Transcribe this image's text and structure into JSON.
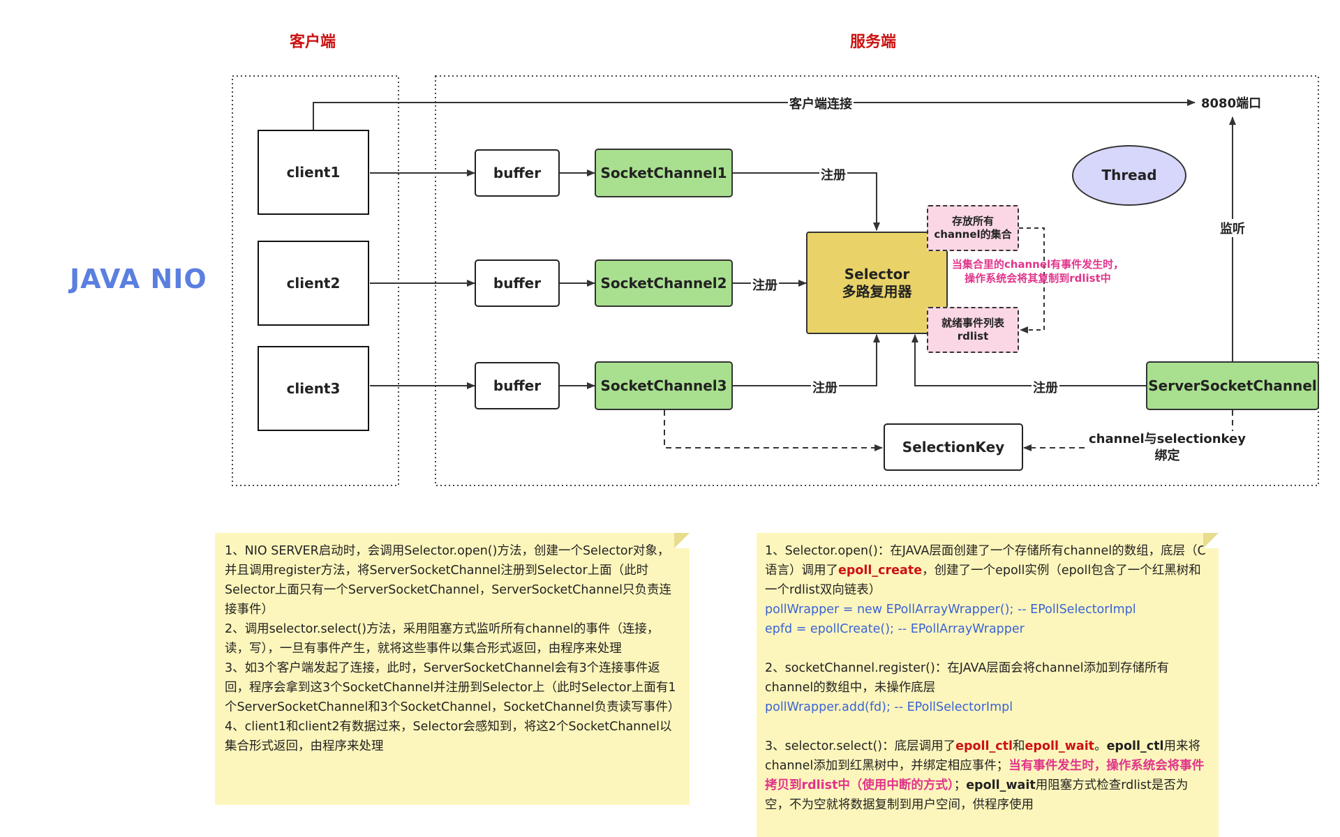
{
  "titles": {
    "client_side": "客户端",
    "server_side": "服务端",
    "nio": "JAVA NIO"
  },
  "clients": [
    "client1",
    "client2",
    "client3"
  ],
  "buffers": [
    "buffer",
    "buffer",
    "buffer"
  ],
  "socket_channels": [
    "SocketChannel1",
    "SocketChannel2",
    "SocketChannel3"
  ],
  "selector": {
    "line1": "Selector",
    "line2": "多路复用器"
  },
  "channel_set": "存放所有channel的集合",
  "rdlist": {
    "line1": "就绪事件列表",
    "line2": "rdlist"
  },
  "thread": "Thread",
  "server_socket_channel": "ServerSocketChannel",
  "selection_key": "SelectionKey",
  "port": "8080端口",
  "labels": {
    "client_connect": "客户端连接",
    "register": "注册",
    "listen": "监听",
    "bind_line1": "channel与selectionkey",
    "bind_line2": "绑定",
    "event_note_line1": "当集合里的channel有事件发生时，",
    "event_note_line2": "操作系统会将其复制到rdlist中"
  },
  "colors": {
    "section_title": "#cc1111",
    "nio_title": "#5b7fe0",
    "green": "#a9e08f",
    "selector": "#e9d369",
    "pink_box": "#fbd7e5",
    "thread": "#d6d7fb",
    "note_bg": "#fdf6bc",
    "note_blue": "#3a63d6",
    "note_pink": "#e0348b"
  },
  "left_note": {
    "p1": "1、NIO SERVER启动时，会调用Selector.open()方法，创建一个Selector对象，并且调用register方法，将ServerSocketChannel注册到Selector上面（此时Selector上面只有一个ServerSocketChannel，ServerSocketChannel只负责连接事件）",
    "p2": "2、调用selector.select()方法，采用阻塞方式监听所有channel的事件（连接，读，写），一旦有事件产生，就将这些事件以集合形式返回，由程序来处理",
    "p3": "3、如3个客户端发起了连接，此时，ServerSocketChannel会有3个连接事件返回，程序会拿到这3个SocketChannel并注册到Selector上（此时Selector上面有1个ServerSocketChannel和3个SocketChannel，SocketChannel负责读写事件）",
    "p4": "4、client1和client2有数据过来，Selector会感知到，将这2个SocketChannel以集合形式返回，由程序来处理"
  },
  "right_note": {
    "s1_a": "1、Selector.open()：在JAVA层面创建了一个存储所有channel的数组，底层（C语言）调用了",
    "s1_epoll_create": "epoll_create",
    "s1_b": "，创建了一个epoll实例（epoll包含了一个红黑树和一个rdlist双向链表）",
    "code1": "pollWrapper = new EPollArrayWrapper(); -- EPollSelectorImpl",
    "code2": "epfd = epollCreate(); -- EPollArrayWrapper",
    "s2": "2、socketChannel.register()：在JAVA层面会将channel添加到存储所有channel的数组中，未操作底层",
    "code3": "pollWrapper.add(fd); -- EPollSelectorImpl",
    "s3_a": "3、selector.select()：底层调用了",
    "s3_epoll_ctl": "epoll_ctl",
    "s3_and": "和",
    "s3_epoll_wait": "epoll_wait",
    "s3_dot": "。",
    "s3_epoll_ctl2": "epoll_ctl",
    "s3_b": "用来将channel添加到红黑树中，并绑定相应事件；",
    "s3_pink": "当有事件发生时，操作系统会将事件拷贝到rdlist中（使用中断的方式）",
    "s3_c": "；",
    "s3_epoll_wait2": "epoll_wait",
    "s3_d": "用阻塞方式检查rdlist是否为空，不为空就将数据复制到用户空间，供程序使用"
  }
}
